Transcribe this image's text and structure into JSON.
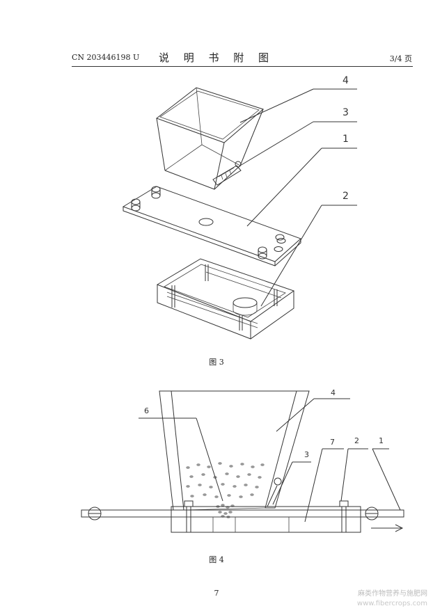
{
  "header": {
    "patent_no": "CN 203446198 U",
    "title": "说 明 书 附 图",
    "page_of": "3/4 页"
  },
  "figure3": {
    "caption": "图 3",
    "labels": [
      "4",
      "3",
      "1",
      "2"
    ]
  },
  "figure4": {
    "caption": "图 4",
    "labels": [
      "4",
      "6",
      "7",
      "2",
      "1",
      "3"
    ]
  },
  "page_number": "7",
  "watermark": {
    "line1": "麻类作物营养与施肥网",
    "line2": "www.fibercrops.com"
  }
}
